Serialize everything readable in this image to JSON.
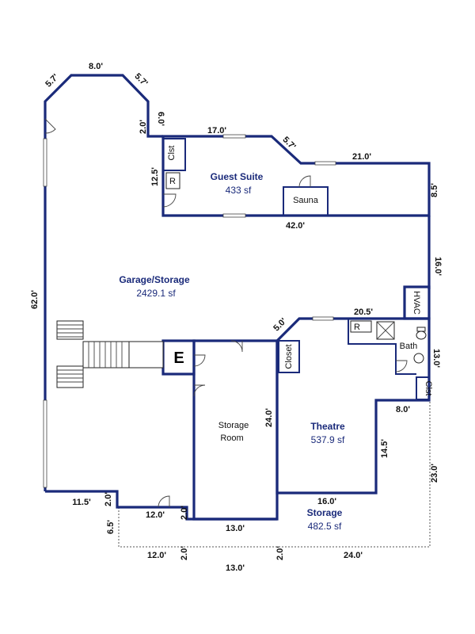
{
  "rooms": {
    "guest_suite": {
      "name": "Guest Suite",
      "area": "433 sf"
    },
    "garage": {
      "name": "Garage/Storage",
      "area": "2429.1 sf"
    },
    "theatre": {
      "name": "Theatre",
      "area": "537.9 sf"
    },
    "storage": {
      "name": "Storage",
      "area": "482.5 sf"
    },
    "storage_room": {
      "name_line1": "Storage",
      "name_line2": "Room"
    },
    "sauna": "Sauna",
    "bath": "Bath",
    "closet": "Closet",
    "clst": "Clst",
    "hvac": "HVAC",
    "refrigerator": "R",
    "elevator": "E"
  },
  "dimensions": {
    "top_left_diag": "5.7'",
    "top": "8.0'",
    "top_right_diag": "5.7'",
    "vertical_6": "6.0'",
    "small_2": "2.0'",
    "gs_17": "17.0'",
    "gs_diag": "5.7'",
    "gs_21": "21.0'",
    "gs_12_5": "12.5'",
    "gs_8_5": "8.5'",
    "gs_42": "42.0'",
    "left_62": "62.0'",
    "right_16": "16.0'",
    "th_20_5": "20.5'",
    "th_5": "5.0'",
    "th_13": "13.0'",
    "th_8": "8.0'",
    "sr_24": "24.0'",
    "th_14_5": "14.5'",
    "st_16": "16.0'",
    "st_23": "23.0'",
    "b_11_5": "11.5'",
    "b_2a": "2.0'",
    "b_12": "12.0'",
    "b_2b": "2.0'",
    "b_13": "13.0'",
    "b_6_5": "6.5'",
    "l_12": "12.0'",
    "l_2a": "2.0'",
    "l_13": "13.0'",
    "l_2b": "2.0'",
    "l_24": "24.0'"
  }
}
